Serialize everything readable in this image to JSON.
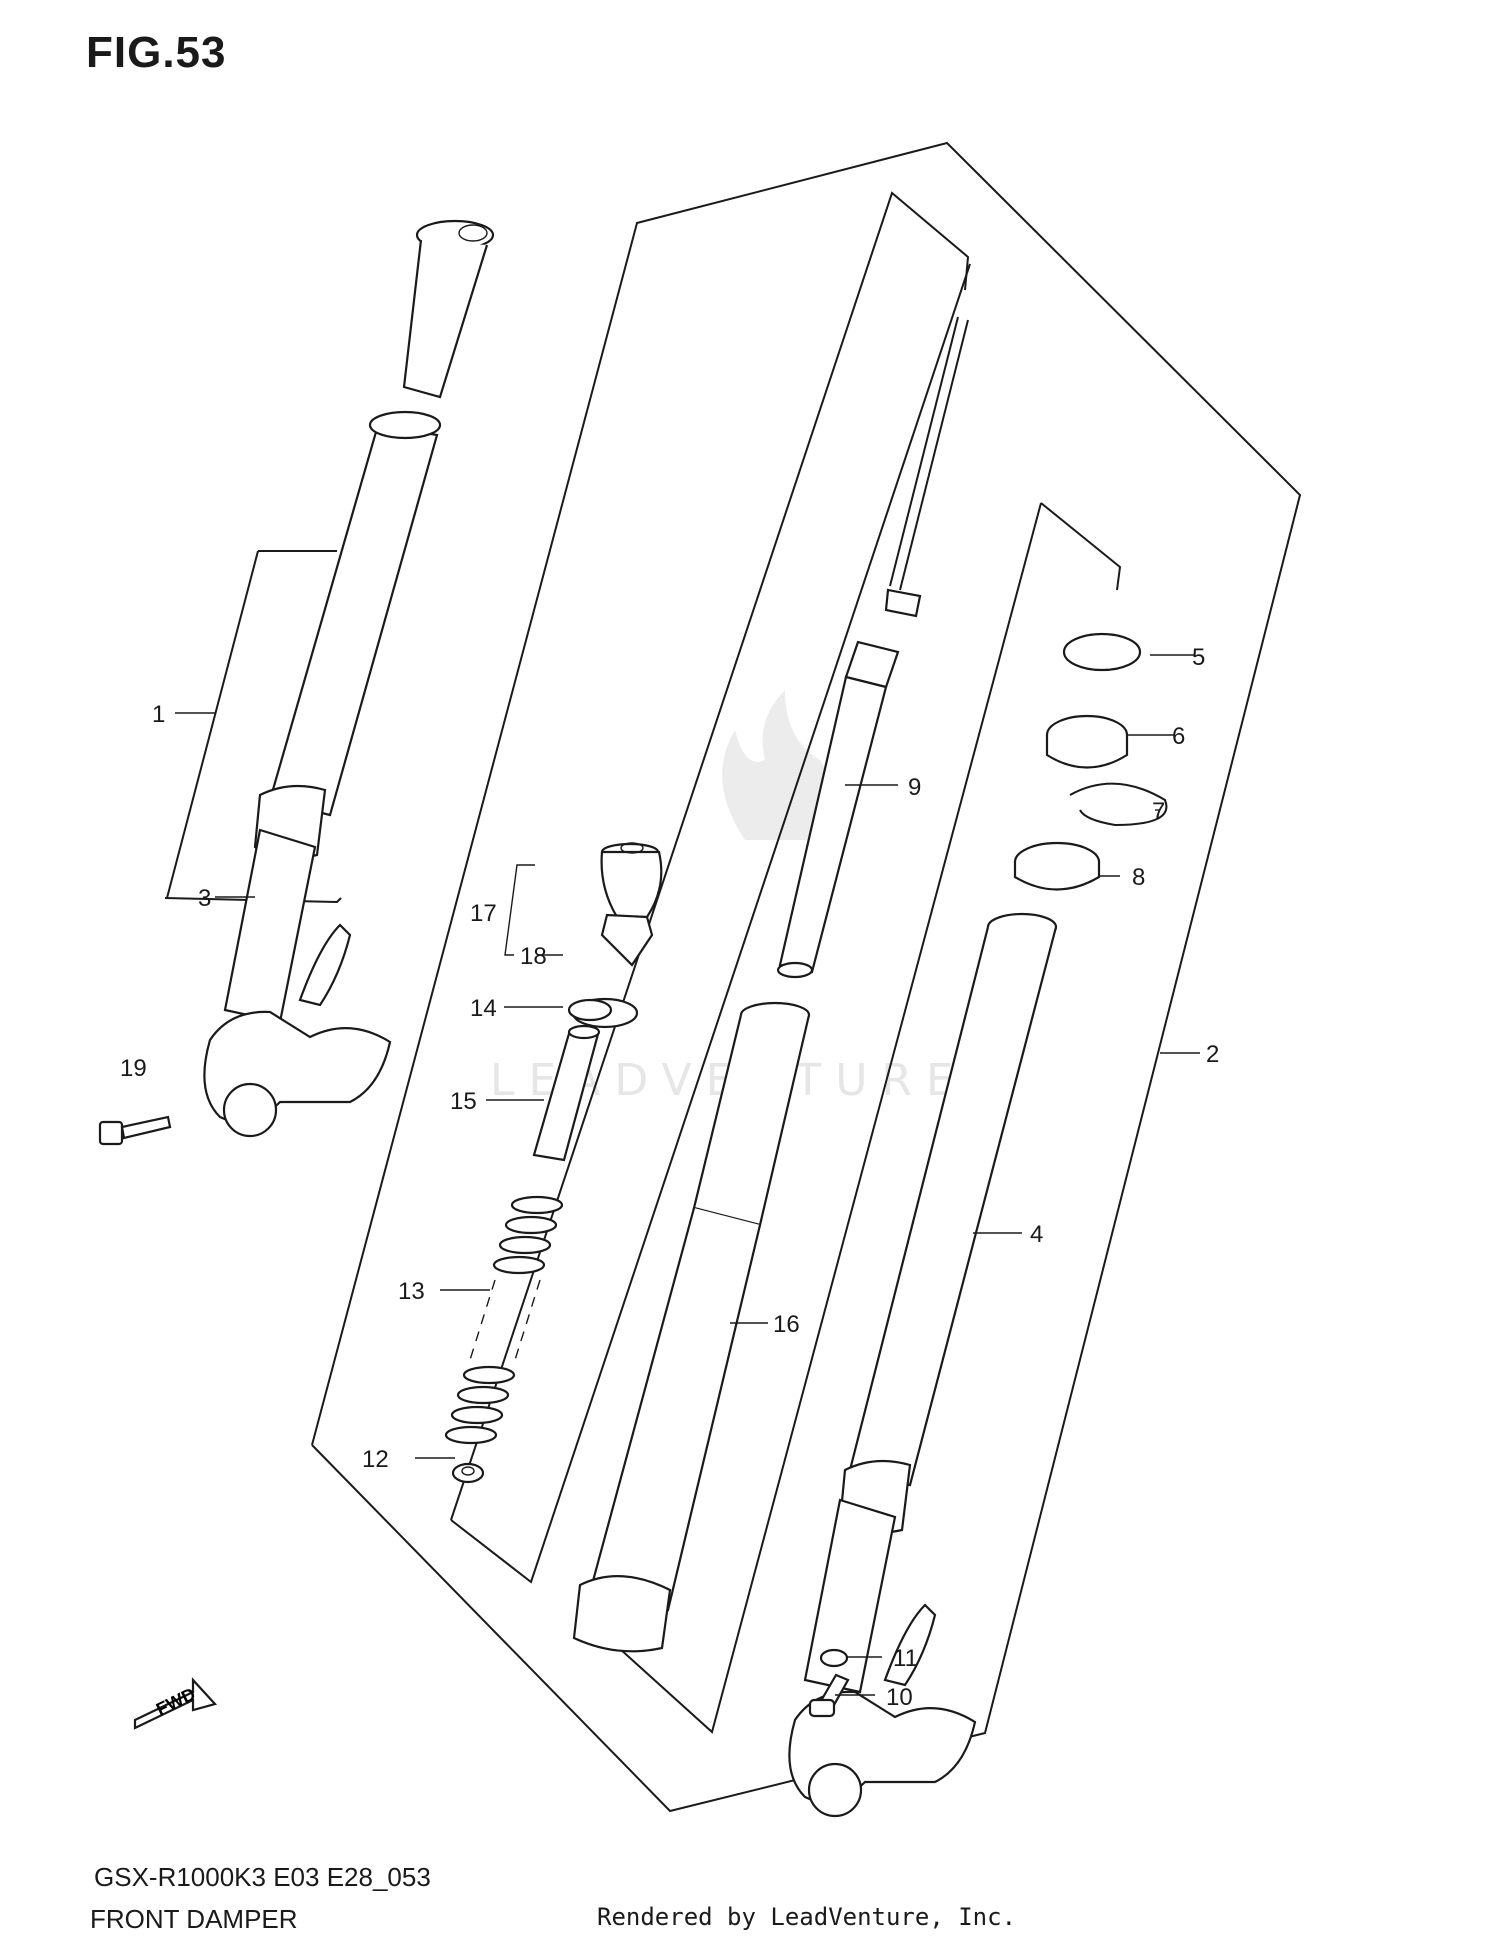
{
  "figure": {
    "title": "FIG.53",
    "model_code": "GSX-R1000K3 E03 E28_053",
    "section_name": "FRONT DAMPER",
    "render_credit": "Rendered by LeadVenture, Inc.",
    "watermark": "LEADVENTURE",
    "direction_label": "FWD"
  },
  "callouts": [
    {
      "id": "1",
      "label": "1"
    },
    {
      "id": "2",
      "label": "2"
    },
    {
      "id": "3",
      "label": "3"
    },
    {
      "id": "4",
      "label": "4"
    },
    {
      "id": "5",
      "label": "5"
    },
    {
      "id": "6",
      "label": "6"
    },
    {
      "id": "7",
      "label": "7"
    },
    {
      "id": "8",
      "label": "8"
    },
    {
      "id": "9",
      "label": "9"
    },
    {
      "id": "10",
      "label": "10"
    },
    {
      "id": "11",
      "label": "11"
    },
    {
      "id": "12",
      "label": "12"
    },
    {
      "id": "13",
      "label": "13"
    },
    {
      "id": "14",
      "label": "14"
    },
    {
      "id": "15",
      "label": "15"
    },
    {
      "id": "16",
      "label": "16"
    },
    {
      "id": "17",
      "label": "17"
    },
    {
      "id": "18",
      "label": "18"
    },
    {
      "id": "19",
      "label": "19"
    }
  ]
}
